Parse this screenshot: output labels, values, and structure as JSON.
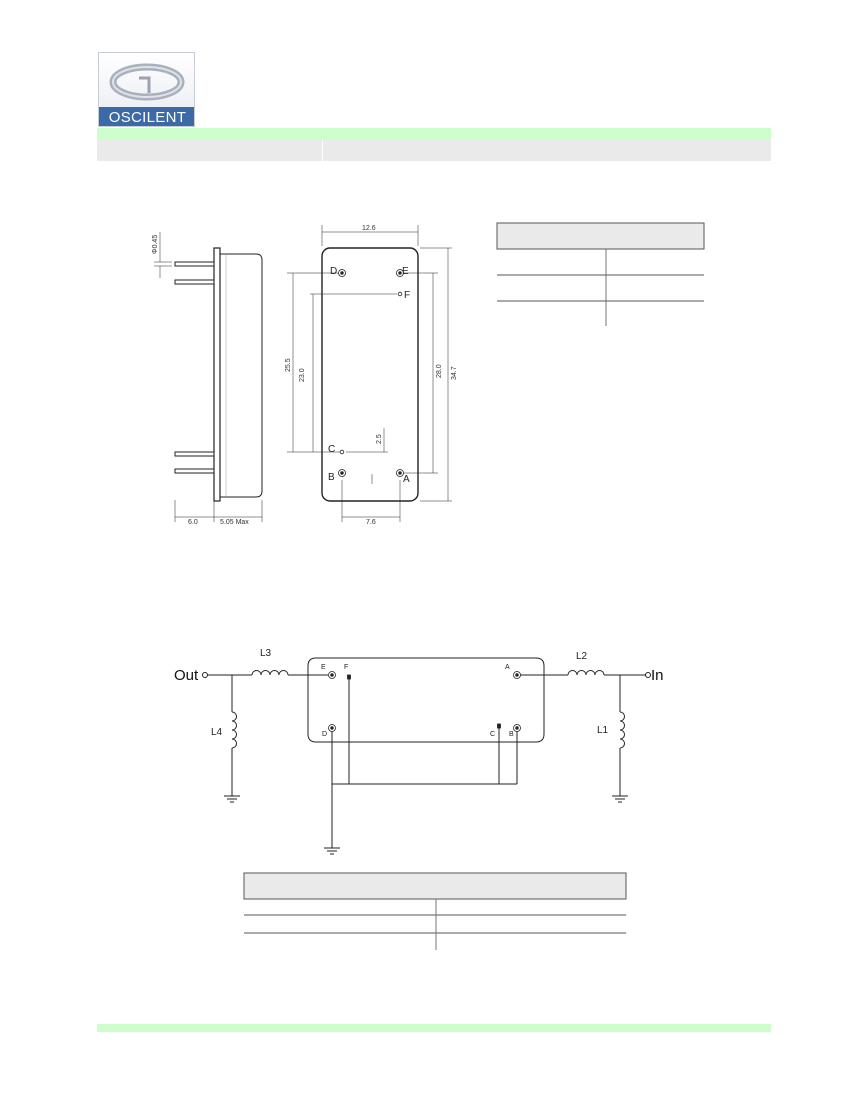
{
  "logo": {
    "text": "OSCILENT"
  },
  "drawing": {
    "dim_pin_diameter": "Φ0.45",
    "dim_pin_length": "6.0",
    "dim_height": "5.05 Max",
    "dim_width": "12.6",
    "dim_pin_row": "7.6",
    "dim_span_outer": "25.5",
    "dim_span_inner": "23.0",
    "dim_small": "2.5",
    "dim_span_right": "28.0",
    "dim_length": "34.7",
    "pins": [
      "A",
      "B",
      "C",
      "D",
      "E",
      "F"
    ]
  },
  "schematic": {
    "out_label": "Out",
    "in_label": "In",
    "inductors": [
      "L1",
      "L2",
      "L3",
      "L4"
    ],
    "pins": [
      "A",
      "B",
      "C",
      "D",
      "E",
      "F"
    ]
  }
}
